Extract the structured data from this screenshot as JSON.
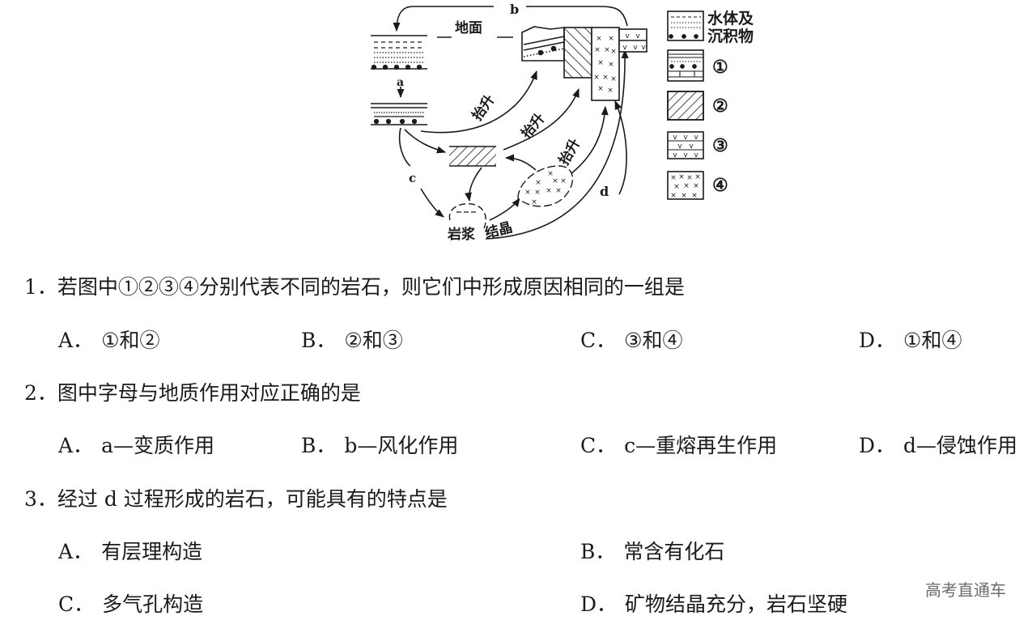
{
  "diagram": {
    "ground_label": "地面",
    "process_labels": {
      "a": "a",
      "b": "b",
      "c": "c",
      "d": "d"
    },
    "uplift_label": "抬升",
    "magma_label": "岩浆",
    "crystallize_label": "结晶",
    "legend": [
      {
        "id": "sediment",
        "label_line1": "水体及",
        "label_line2": "沉积物"
      },
      {
        "id": "rock-1",
        "label": "①"
      },
      {
        "id": "rock-2",
        "label": "②"
      },
      {
        "id": "rock-3",
        "label": "③"
      },
      {
        "id": "rock-4",
        "label": "④"
      }
    ]
  },
  "questions": [
    {
      "number": "1．",
      "text": "若图中①②③④分别代表不同的岩石，则它们中形成原因相同的一组是",
      "options": [
        {
          "letter": "A．",
          "text": "①和②"
        },
        {
          "letter": "B．",
          "text": "②和③"
        },
        {
          "letter": "C．",
          "text": "③和④"
        },
        {
          "letter": "D．",
          "text": "①和④"
        }
      ]
    },
    {
      "number": "2．",
      "text": "图中字母与地质作用对应正确的是",
      "options": [
        {
          "letter": "A．",
          "text": "a—变质作用"
        },
        {
          "letter": "B．",
          "text": "b—风化作用"
        },
        {
          "letter": "C．",
          "text": "c—重熔再生作用"
        },
        {
          "letter": "D．",
          "text": "d—侵蚀作用"
        }
      ]
    },
    {
      "number": "3．",
      "text": "经过 d 过程形成的岩石，可能具有的特点是",
      "options": [
        {
          "letter": "A．",
          "text": "有层理构造"
        },
        {
          "letter": "B．",
          "text": "常含有化石"
        },
        {
          "letter": "C．",
          "text": "多气孔构造"
        },
        {
          "letter": "D．",
          "text": "矿物结晶充分，岩石坚硬"
        }
      ]
    }
  ],
  "watermark": "高考直通车"
}
